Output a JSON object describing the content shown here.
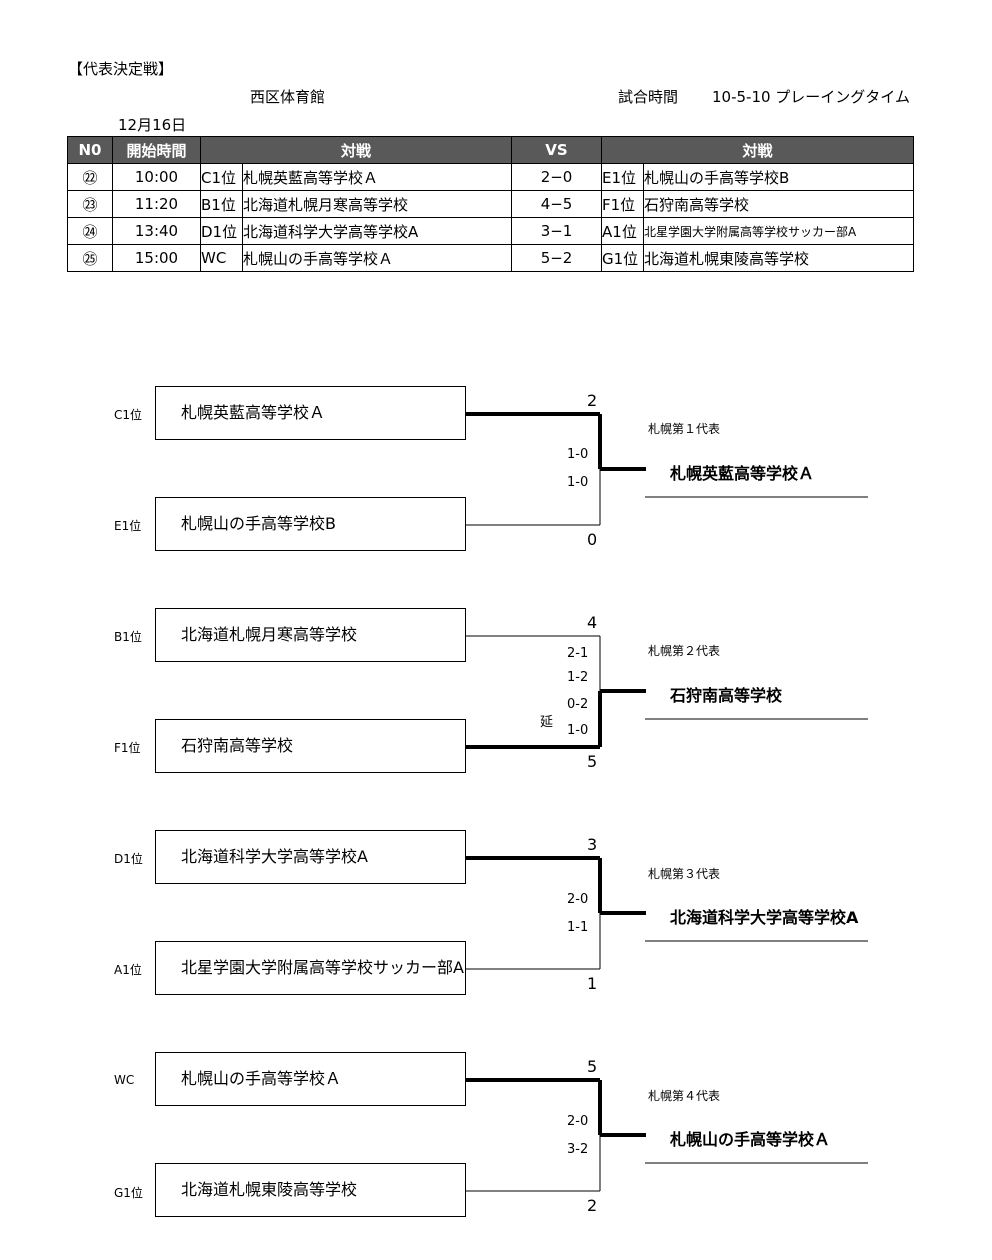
{
  "header": {
    "section_title": "【代表決定戦】",
    "venue": "西区体育館",
    "match_time_label": "試合時間",
    "match_time_value": "10-5-10  プレーイングタイム",
    "date": "12月16日"
  },
  "schedule": {
    "columns": [
      "N0",
      "開始時間",
      "対戦",
      "VS",
      "対戦"
    ],
    "rows": [
      {
        "no": "㉒",
        "time": "10:00",
        "seed1": "C1位",
        "team1": "札幌英藍高等学校Ａ",
        "score": "2−0",
        "seed2": "E1位",
        "team2": "札幌山の手高等学校B"
      },
      {
        "no": "㉓",
        "time": "11:20",
        "seed1": "B1位",
        "team1": "北海道札幌月寒高等学校",
        "score": "4−5",
        "seed2": "F1位",
        "team2": "石狩南高等学校"
      },
      {
        "no": "㉔",
        "time": "13:40",
        "seed1": "D1位",
        "team1": "北海道科学大学高等学校A",
        "score": "3−1",
        "seed2": "A1位",
        "team2": "北星学園大学附属高等学校サッカー部A"
      },
      {
        "no": "㉕",
        "time": "15:00",
        "seed1": "WC",
        "team1": "札幌山の手高等学校Ａ",
        "score": "5−2",
        "seed2": "G1位",
        "team2": "北海道札幌東陵高等学校"
      }
    ]
  },
  "bracket": [
    {
      "top_seed": "C1位",
      "top_team": "札幌英藍高等学校Ａ",
      "top_score": "2",
      "bottom_seed": "E1位",
      "bottom_team": "札幌山の手高等学校B",
      "bottom_score": "0",
      "periods": [
        "1-0",
        "1-0"
      ],
      "extra": "",
      "rep_label": "札幌第１代表",
      "winner": "札幌英藍高等学校Ａ"
    },
    {
      "top_seed": "B1位",
      "top_team": "北海道札幌月寒高等学校",
      "top_score": "4",
      "bottom_seed": "F1位",
      "bottom_team": "石狩南高等学校",
      "bottom_score": "5",
      "periods": [
        "2-1",
        "1-2",
        "0-2",
        "1-0"
      ],
      "extra": "延",
      "rep_label": "札幌第２代表",
      "winner": "石狩南高等学校"
    },
    {
      "top_seed": "D1位",
      "top_team": "北海道科学大学高等学校A",
      "top_score": "3",
      "bottom_seed": "A1位",
      "bottom_team": "北星学園大学附属高等学校サッカー部A",
      "bottom_score": "1",
      "periods": [
        "2-0",
        "1-1"
      ],
      "extra": "",
      "rep_label": "札幌第３代表",
      "winner": "北海道科学大学高等学校A"
    },
    {
      "top_seed": "WC",
      "top_team": "札幌山の手高等学校Ａ",
      "top_score": "5",
      "bottom_seed": "G1位",
      "bottom_team": "北海道札幌東陵高等学校",
      "bottom_score": "2",
      "periods": [
        "2-0",
        "3-2"
      ],
      "extra": "",
      "rep_label": "札幌第４代表",
      "winner": "札幌山の手高等学校Ａ"
    }
  ]
}
